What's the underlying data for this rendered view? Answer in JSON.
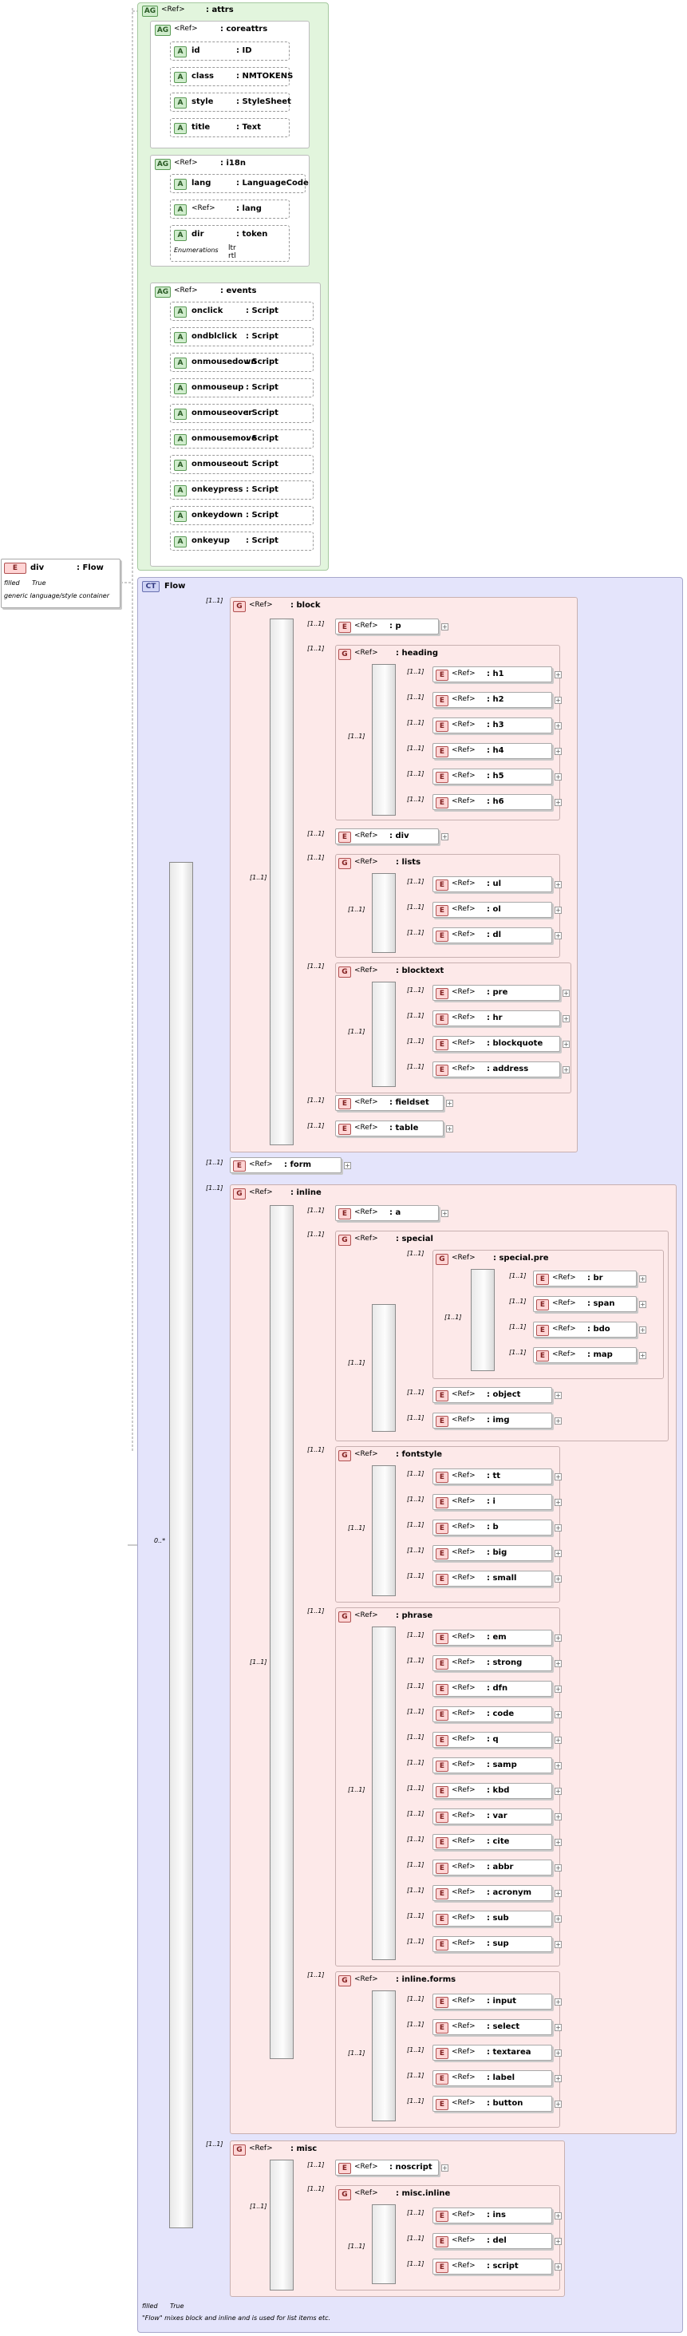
{
  "badges": {
    "ag": "AG",
    "a": "A",
    "e": "E",
    "g": "G",
    "ct": "CT",
    "plus": "+"
  },
  "root": {
    "name": "div",
    "type": ": Flow",
    "prop_label": "filled",
    "prop_value": "True",
    "doc": "generic language/style container"
  },
  "attrs": {
    "ref": "<Ref>",
    "name": ": attrs",
    "coreattrs": {
      "ref": "<Ref>",
      "name": ": coreattrs",
      "items": [
        {
          "name": "id",
          "type": ": ID"
        },
        {
          "name": "class",
          "type": ": NMTOKENS"
        },
        {
          "name": "style",
          "type": ": StyleSheet"
        },
        {
          "name": "title",
          "type": ": Text"
        }
      ]
    },
    "i18n": {
      "ref": "<Ref>",
      "name": ": i18n",
      "lang": {
        "name": "lang",
        "type": ": LanguageCode"
      },
      "reflang": {
        "ref": "<Ref>",
        "type": ": lang"
      },
      "dir": {
        "name": "dir",
        "type": ": token"
      },
      "enum_label": "Enumerations",
      "enum1": "ltr",
      "enum2": "rtl"
    },
    "events": {
      "ref": "<Ref>",
      "name": ": events",
      "items": [
        {
          "name": "onclick",
          "type": ": Script"
        },
        {
          "name": "ondblclick",
          "type": ": Script"
        },
        {
          "name": "onmousedown",
          "type": ": Script"
        },
        {
          "name": "onmouseup",
          "type": ": Script"
        },
        {
          "name": "onmouseover",
          "type": ": Script"
        },
        {
          "name": "onmousemove",
          "type": ": Script"
        },
        {
          "name": "onmouseout",
          "type": ": Script"
        },
        {
          "name": "onkeypress",
          "type": ": Script"
        },
        {
          "name": "onkeydown",
          "type": ": Script"
        },
        {
          "name": "onkeyup",
          "type": ": Script"
        }
      ]
    }
  },
  "flow": {
    "title": "Flow",
    "occurs_main": "0..*",
    "prop_label": "filled",
    "prop_value": "True",
    "doc": "\"Flow\" mixes block and inline and is used for list items etc."
  },
  "occ": "[1..1]",
  "ref": "<Ref>",
  "block": {
    "name": ": block",
    "p": ": p",
    "heading": {
      "name": ": heading",
      "items": [
        ": h1",
        ": h2",
        ": h3",
        ": h4",
        ": h5",
        ": h6"
      ]
    },
    "div": ": div",
    "lists": {
      "name": ": lists",
      "items": [
        ": ul",
        ": ol",
        ": dl"
      ]
    },
    "blocktext": {
      "name": ": blocktext",
      "items": [
        ": pre",
        ": hr",
        ": blockquote",
        ": address"
      ]
    },
    "fieldset": ": fieldset",
    "table": ": table"
  },
  "form": ": form",
  "inline": {
    "name": ": inline",
    "a": ": a",
    "special": {
      "name": ": special",
      "specialpre": {
        "name": ": special.pre",
        "items": [
          ": br",
          ": span",
          ": bdo",
          ": map"
        ]
      },
      "object": ": object",
      "img": ": img"
    },
    "fontstyle": {
      "name": ": fontstyle",
      "items": [
        ": tt",
        ": i",
        ": b",
        ": big",
        ": small"
      ]
    },
    "phrase": {
      "name": ": phrase",
      "items": [
        ": em",
        ": strong",
        ": dfn",
        ": code",
        ": q",
        ": samp",
        ": kbd",
        ": var",
        ": cite",
        ": abbr",
        ": acronym",
        ": sub",
        ": sup"
      ]
    },
    "inlineforms": {
      "name": ": inline.forms",
      "items": [
        ": input",
        ": select",
        ": textarea",
        ": label",
        ": button"
      ]
    }
  },
  "misc": {
    "name": ": misc",
    "noscript": ": noscript",
    "miscinline": {
      "name": ": misc.inline",
      "items": [
        ": ins",
        ": del",
        ": script"
      ]
    }
  }
}
